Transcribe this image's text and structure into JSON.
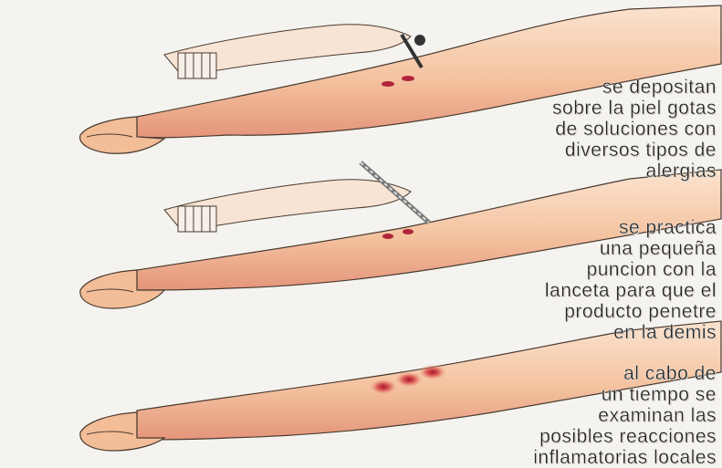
{
  "captions": {
    "step1": [
      "se depositan",
      "sobre la piel gotas",
      "de soluciones con",
      "diversos tipos de",
      "alergias"
    ],
    "step2": [
      "se practica",
      "una pequeña",
      "puncion con la",
      "lanceta para que el",
      "producto penetre",
      "en la demis"
    ],
    "step3": [
      "al cabo de",
      "un tiempo se",
      "examinan las",
      "posibles reacciones",
      "inflamatorias locales"
    ]
  },
  "colors": {
    "skin": "#f4c3a0",
    "skin_shadow": "#e49a78",
    "outline": "#4a3a30",
    "drop": "#b0233a",
    "reaction": "#d84a4a"
  }
}
